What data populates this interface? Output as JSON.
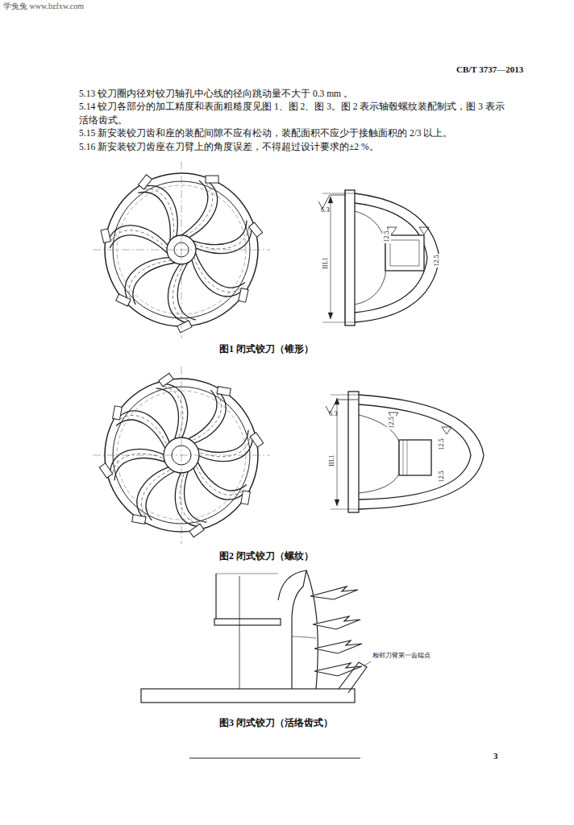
{
  "diagram": {
    "labels": [
      "学兔兔 www.bzfxw.com",
      "CB/T 3737—2013",
      "5.13 铰刀圈内径对铰刀轴孔中心线的径向跳动量不大于 0.3 mm 。",
      "5.14 铰刀各部分的加工精度和表面粗糙度见图 1、图 2、图 3。图 2 表示轴毂螺纹装配制式，图 3 表示活络齿式。",
      "5.15 新安装铰刀齿和座的装配间隙不应有松动，装配面积不应少于接触面积的 2/3 以上。",
      "5.16 新安装铰刀齿座在刀臂上的角度误差，不得超过设计要求的±2 %。",
      "6.3",
      "12.5",
      "12.5",
      "III.1",
      "图1 闭式铰刀（锥形）",
      "6.3",
      "12.5",
      "12.5",
      "12.5",
      "III.1",
      "图2 闭式铰刀（螺纹）",
      "相邻刀臂第一齿端点",
      "图3 闭式铰刀（活络齿式）",
      "3"
    ]
  }
}
